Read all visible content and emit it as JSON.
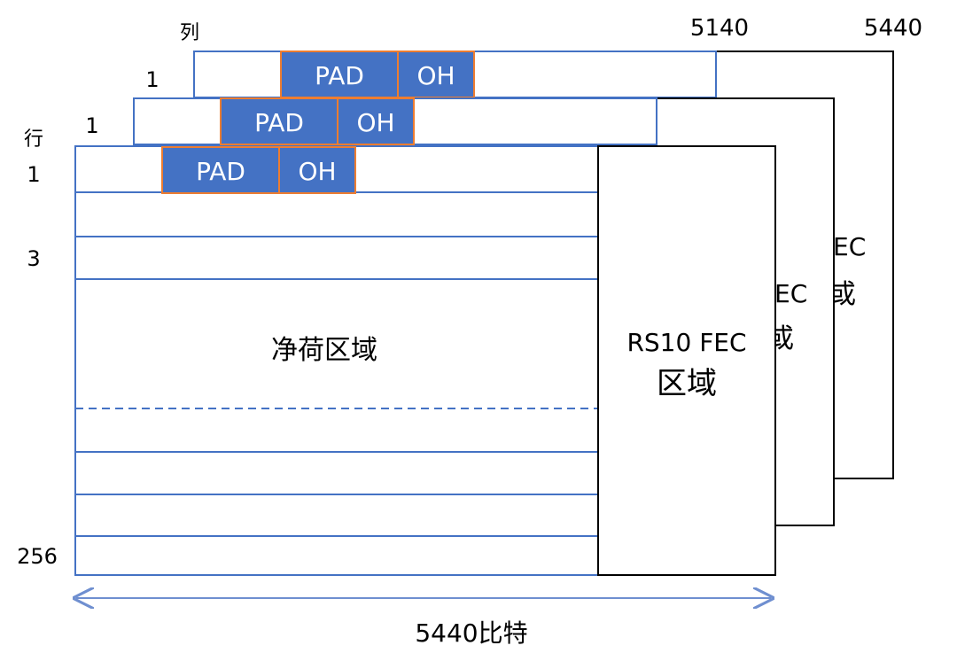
{
  "labels": {
    "col_axis": "列",
    "row_axis": "行",
    "col_end_top": "5440",
    "col_end_mid": "5140",
    "row_start_back": "1",
    "row_start_mid": "1",
    "row_start_front": "1",
    "row_three": "3",
    "row_last": "256",
    "width_label": "5440比特"
  },
  "frames": {
    "back": {
      "pad": "PAD",
      "oh": "OH",
      "fec_partial_1": "EC",
      "fec_partial_2": "或"
    },
    "middle": {
      "pad": "PAD",
      "oh": "OH",
      "fec_partial_1": "EC",
      "fec_partial_2": "或"
    },
    "front": {
      "pad": "PAD",
      "oh": "OH",
      "payload": "净荷区域",
      "fec_line1": "RS10 FEC",
      "fec_line2": "区域"
    }
  },
  "colors": {
    "blue_fill": "#4472C4",
    "orange_border": "#ED7D31",
    "line_blue": "#4472C4",
    "arrow_blue": "#6F8FD0",
    "black": "#000000"
  }
}
